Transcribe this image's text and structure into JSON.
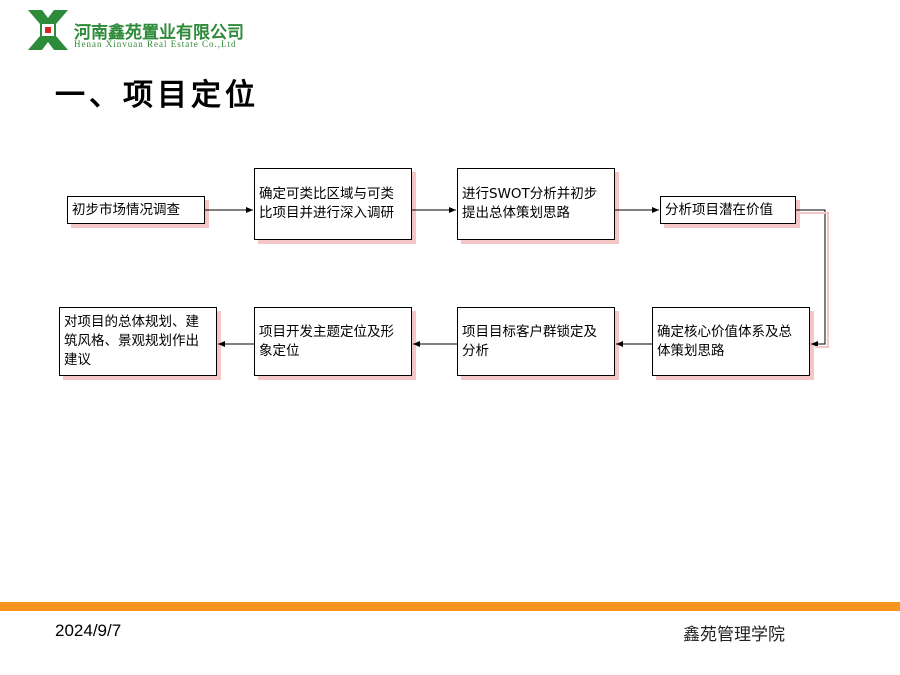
{
  "header": {
    "company_cn": "河南鑫苑置业有限公司",
    "company_en": "Henan Xinvuan Real Estate Co.,Ltd",
    "logo_color": "#2e8b3a"
  },
  "title": "一、项目定位",
  "flow": {
    "row1": [
      "初步市场情况调查",
      "确定可类比区域与可类比项目并进行深入调研",
      "进行SWOT分析并初步提出总体策划思路",
      "分析项目潜在价值"
    ],
    "row2": [
      "对项目的总体规划、建筑风格、景观规划作出建议",
      "项目开发主题定位及形象定位",
      "项目目标客户群锁定及分析",
      "确定核心价值体系及总体策划思路"
    ]
  },
  "footer": {
    "date": "2024/9/7",
    "org": "鑫苑管理学院",
    "bar_color": "#f7941d"
  }
}
